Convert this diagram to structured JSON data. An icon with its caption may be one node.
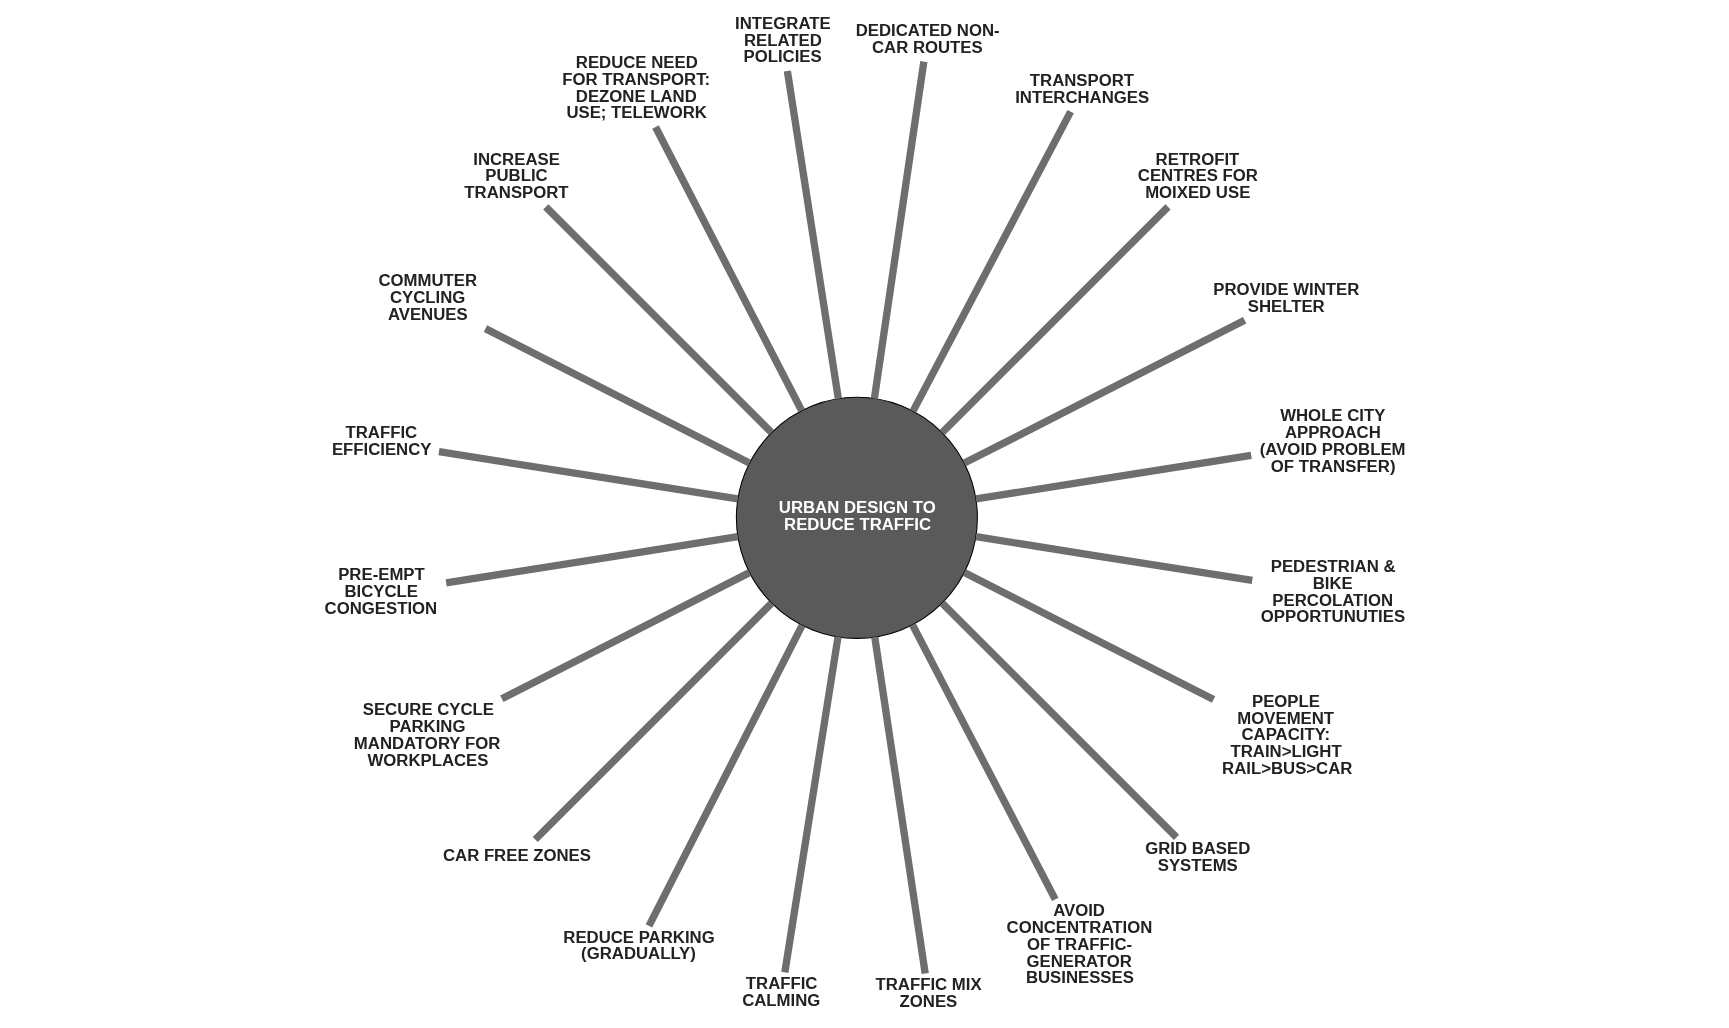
{
  "diagram": {
    "nodes": [
      {
        "text": [
          "URBAN DESIGN TO REDUCE TRAFFIC"
        ]
      },
      {
        "text": [
          "WHOLE CITY APPROACH (AVOID PROBLEM OF TRANSFER)"
        ]
      },
      {
        "text": [
          "PROVIDE WINTER SHELTER"
        ]
      },
      {
        "text": [
          "RETROFIT CENTRES FOR MOIXED USE"
        ]
      },
      {
        "text": [
          "TRANSPORT INTERCHANGES"
        ]
      },
      {
        "text": [
          "DEDICATED NON-CAR ROUTES"
        ]
      },
      {
        "text": [
          "INTEGRATE RELATED POLICIES"
        ]
      },
      {
        "text": [
          "REDUCE NEED FOR TRANSPORT: DEZONE LAND USE; TELEWORK"
        ]
      },
      {
        "text": [
          "INCREASE PUBLIC TRANSPORT"
        ]
      },
      {
        "text": [
          "COMMUTER CYCLING AVENUES"
        ]
      },
      {
        "text": [
          "TRAFFIC EFFICIENCY"
        ]
      },
      {
        "text": [
          "PRE-EMPT BICYCLE CONGESTION"
        ]
      },
      {
        "text": [
          "SECURE CYCLE PARKING MANDATORY FOR WORKPLACES"
        ]
      },
      {
        "text": [
          "CAR FREE ZONES"
        ]
      },
      {
        "text": [
          "REDUCE PARKING (GRADUALLY)"
        ]
      },
      {
        "text": [
          "TRAFFIC CALMING"
        ]
      },
      {
        "text": [
          "TRAFFIC MIX ZONES"
        ]
      },
      {
        "text": [
          "AVOID CONCENTRATION OF TRAFFIC-GENERATOR BUSINESSES"
        ]
      },
      {
        "text": [
          "GRID BASED SYSTEMS"
        ]
      },
      {
        "text": [
          "PEOPLE MOVEMENT CAPACITY: TRAIN>LIGHT RAIL>BUS>CAR"
        ]
      },
      {
        "text": [
          "PEDESTRIAN & BIKE PERCOLATION OPPORTUNUTIES"
        ]
      }
    ],
    "edges": [
      {
        "from": 0,
        "to": 1,
        "arrow": "none"
      },
      {
        "from": 0,
        "to": 2,
        "arrow": "none"
      },
      {
        "from": 0,
        "to": 3,
        "arrow": "none"
      },
      {
        "from": 0,
        "to": 4,
        "arrow": "none"
      },
      {
        "from": 0,
        "to": 5,
        "arrow": "none"
      },
      {
        "from": 0,
        "to": 6,
        "arrow": "none"
      },
      {
        "from": 0,
        "to": 7,
        "arrow": "none"
      },
      {
        "from": 0,
        "to": 8,
        "arrow": "none"
      },
      {
        "from": 0,
        "to": 9,
        "arrow": "none"
      },
      {
        "from": 0,
        "to": 10,
        "arrow": "none"
      },
      {
        "from": 0,
        "to": 11,
        "arrow": "none"
      },
      {
        "from": 0,
        "to": 12,
        "arrow": "none"
      },
      {
        "from": 0,
        "to": 13,
        "arrow": "none"
      },
      {
        "from": 0,
        "to": 14,
        "arrow": "none"
      },
      {
        "from": 0,
        "to": 15,
        "arrow": "none"
      },
      {
        "from": 0,
        "to": 16,
        "arrow": "none"
      },
      {
        "from": 0,
        "to": 17,
        "arrow": "none"
      },
      {
        "from": 0,
        "to": 18,
        "arrow": "none"
      },
      {
        "from": 0,
        "to": 19,
        "arrow": "none"
      },
      {
        "from": 0,
        "to": 20,
        "arrow": "none"
      }
    ]
  }
}
